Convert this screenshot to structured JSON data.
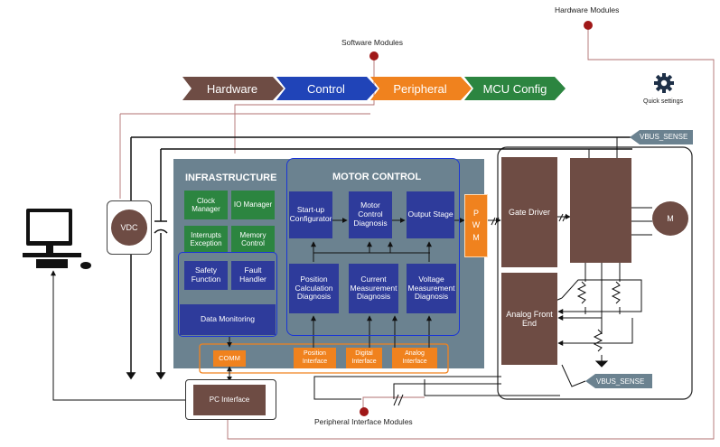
{
  "top_labels": {
    "hardware_modules": "Hardware Modules",
    "software_modules": "Software Modules",
    "peripheral_interface_modules": "Peripheral Interface Modules"
  },
  "nav": {
    "hardware": "Hardware",
    "control": "Control",
    "peripheral": "Peripheral",
    "mcu_config": "MCU Config"
  },
  "quick_settings": {
    "label": "Quick settings",
    "icon": "gear-icon"
  },
  "vbus_sense": {
    "top": "VBUS_SENSE",
    "bottom": "VBUS_SENSE"
  },
  "vdc": "VDC",
  "infrastructure": {
    "title": "INFRASTRUCTURE",
    "clock_manager": "Clock Manager",
    "io_manager": "IO Manager",
    "interrupts_exception": "Interrupts Exception",
    "memory_control": "Memory Control",
    "safety_function": "Safety Function",
    "fault_handler": "Fault Handler",
    "data_monitoring": "Data Monitoring"
  },
  "motor_control": {
    "title": "MOTOR CONTROL",
    "startup_configurator": "Start-up Configurator",
    "motor_control_diagnosis": "Motor Control Diagnosis",
    "output_stage": "Output Stage",
    "position_calculation_diagnosis": "Position Calculation Diagnosis",
    "current_measurement_diagnosis": "Current Measurement Diagnosis",
    "voltage_measurement_diagnosis": "Voltage Measurement Diagnosis"
  },
  "pwm": "PWM",
  "gate_driver": "Gate Driver",
  "motor": "M",
  "analog_front_end": "Analog Front End",
  "interfaces": {
    "comm": "COMM",
    "position_interface": "Position Interface",
    "digital_interface": "Digital Interface",
    "analog_interface": "Analog Interface"
  },
  "pc_interface": "PC Interface",
  "colors": {
    "module_blue": "#2e3b9b",
    "infra_green": "#2c8540",
    "hardware_brown": "#6e4c44",
    "peripheral_orange": "#f0821e",
    "mcu_gray": "#6b8290",
    "selection_blue": "#1a35d6",
    "marker_red": "#a01818"
  }
}
